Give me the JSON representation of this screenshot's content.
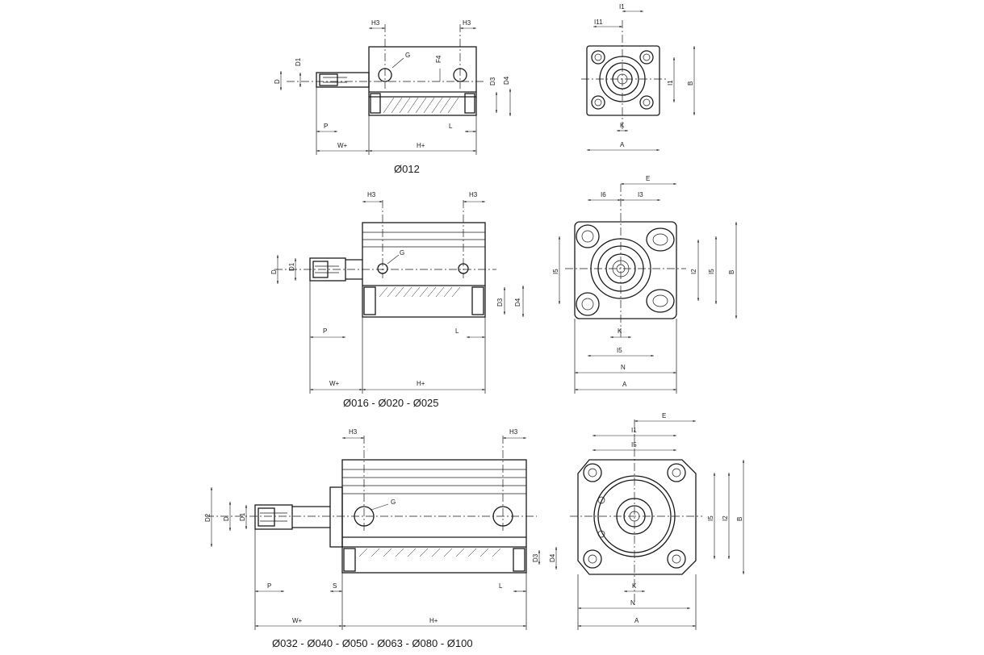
{
  "captions": {
    "view1": "Ø012",
    "view2": "Ø016 - Ø020 - Ø025",
    "view3": "Ø032 - Ø040 - Ø050 - Ø063 - Ø080 - Ø100"
  },
  "labels": {
    "H3": "H3",
    "G": "G",
    "F4": "F4",
    "D1": "D1",
    "D": "D",
    "D2": "D2",
    "D3": "D3",
    "D4": "D4",
    "P": "P",
    "L": "L",
    "W": "W+",
    "H": "H+",
    "S": "S",
    "I1": "I1",
    "I11": "I11",
    "I2": "I2",
    "I3": "I3",
    "I5": "I5",
    "I6": "I6",
    "A": "A",
    "B": "B",
    "E": "E",
    "K": "K",
    "N": "N"
  }
}
